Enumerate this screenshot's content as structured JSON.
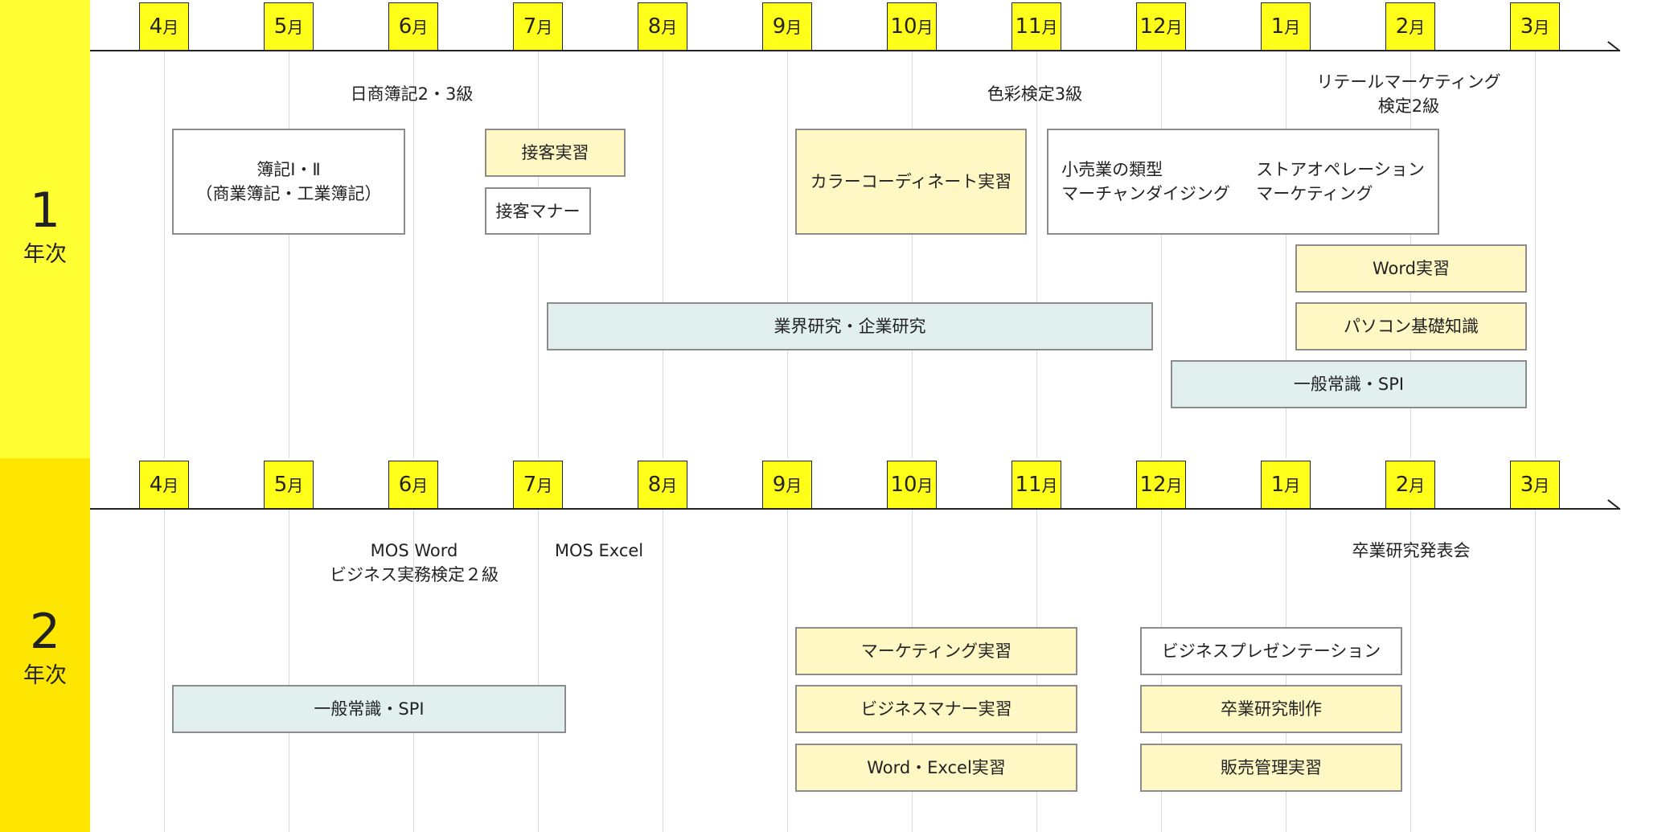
{
  "colors": {
    "year1_band": "#ffff33",
    "year2_band": "#ffe600",
    "month_box": "#ffff1a",
    "box_yellow": "#fff8c4",
    "box_blue": "#e1efef",
    "box_white": "#ffffff"
  },
  "years": [
    {
      "number": "1",
      "label": "年次",
      "months": [
        "4",
        "5",
        "6",
        "7",
        "8",
        "9",
        "10",
        "11",
        "12",
        "1",
        "2",
        "3"
      ],
      "month_suffix": "月",
      "certs": [
        {
          "text": "日商簿記2・3級"
        },
        {
          "text": "色彩検定3級"
        },
        {
          "text": "リテールマーケティング\n検定2級"
        }
      ],
      "boxes": [
        {
          "text": "簿記Ⅰ・Ⅱ\n（商業簿記・工業簿記）",
          "style": "white"
        },
        {
          "text": "接客実習",
          "style": "yellow"
        },
        {
          "text": "接客マナー",
          "style": "white"
        },
        {
          "text": "カラーコーディネート実習",
          "style": "yellow"
        },
        {
          "text": "業界研究・企業研究",
          "style": "blue"
        },
        {
          "text": "Word実習",
          "style": "yellow"
        },
        {
          "text": "パソコン基礎知識",
          "style": "yellow"
        },
        {
          "text": "一般常識・SPI",
          "style": "blue"
        }
      ],
      "retail_box": {
        "col1": "小売業の類型\nマーチャンダイジング",
        "col2": "ストアオペレーション\nマーケティング"
      }
    },
    {
      "number": "2",
      "label": "年次",
      "months": [
        "4",
        "5",
        "6",
        "7",
        "8",
        "9",
        "10",
        "11",
        "12",
        "1",
        "2",
        "3"
      ],
      "month_suffix": "月",
      "certs": [
        {
          "text": "MOS Word\nビジネス実務検定２級"
        },
        {
          "text": "MOS Excel"
        },
        {
          "text": "卒業研究発表会"
        }
      ],
      "boxes": [
        {
          "text": "一般常識・SPI",
          "style": "blue"
        },
        {
          "text": "マーケティング実習",
          "style": "yellow"
        },
        {
          "text": "ビジネスマナー実習",
          "style": "yellow"
        },
        {
          "text": "Word・Excel実習",
          "style": "yellow"
        },
        {
          "text": "ビジネスプレゼンテーション",
          "style": "white"
        },
        {
          "text": "卒業研究制作",
          "style": "yellow"
        },
        {
          "text": "販売管理実習",
          "style": "yellow"
        }
      ]
    }
  ]
}
